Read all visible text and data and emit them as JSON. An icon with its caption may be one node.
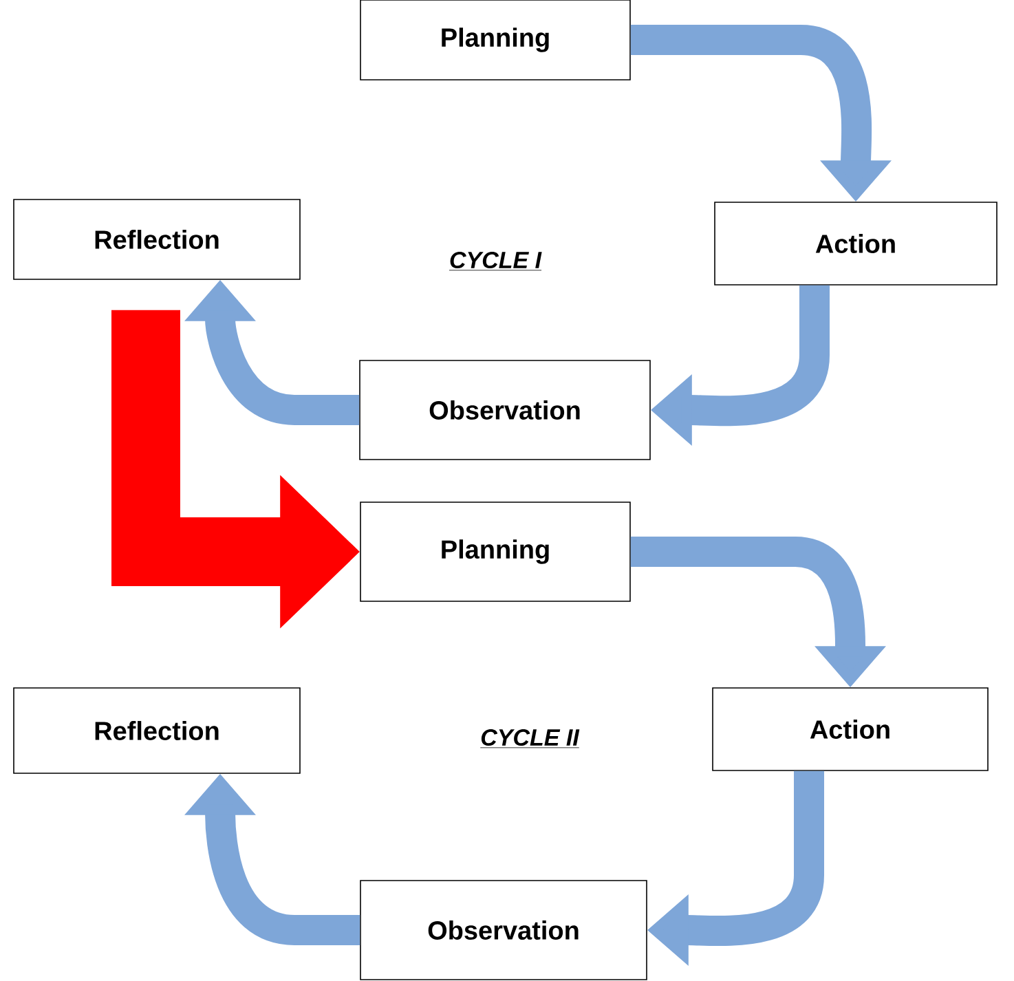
{
  "diagram": {
    "nodes": [
      {
        "text": [
          "Planning"
        ]
      },
      {
        "text": [
          "Reflection"
        ]
      },
      {
        "text": [
          "Action"
        ]
      },
      {
        "text": [
          "Observation"
        ]
      },
      {
        "text": [
          "Planning"
        ]
      },
      {
        "text": [
          "Reflection"
        ]
      },
      {
        "text": [
          "Action"
        ]
      },
      {
        "text": [
          "Observation"
        ]
      }
    ],
    "edges": [
      {
        "from": 0,
        "to": 2,
        "arrow": "to"
      },
      {
        "from": 2,
        "to": 3,
        "arrow": "to"
      },
      {
        "from": 3,
        "to": 1,
        "arrow": "to"
      },
      {
        "from": 1,
        "to": 4,
        "arrow": "to",
        "style": "thick",
        "color": "#ff0000"
      },
      {
        "from": 4,
        "to": 6,
        "arrow": "to"
      },
      {
        "from": 6,
        "to": 7,
        "arrow": "to"
      },
      {
        "from": 7,
        "to": 5,
        "arrow": "to"
      }
    ],
    "labels": [
      "CYCLE I",
      "CYCLE II"
    ]
  }
}
